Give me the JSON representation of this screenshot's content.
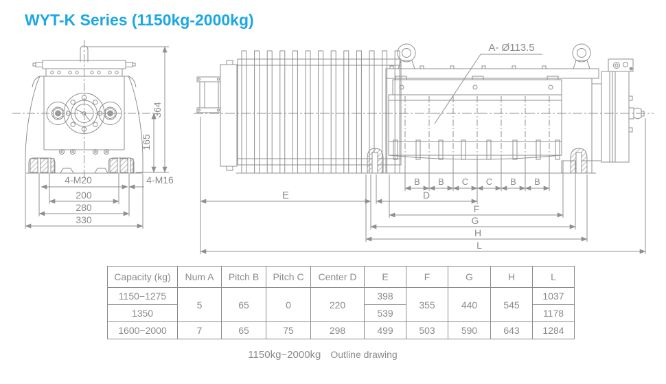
{
  "title": "WYT-K Series (1150kg-2000kg)",
  "colors": {
    "accent": "#1ca7e2",
    "drawing_line": "#8f8f8f",
    "text_gray": "#8a8a8a"
  },
  "front_view": {
    "dim_total_height": "364",
    "dim_center_height": "165",
    "bolt_label_left": "4-M20",
    "bolt_label_right": "4-M16",
    "dim_inner_width": "200",
    "dim_mid_width": "280",
    "dim_outer_width": "330"
  },
  "side_view": {
    "sheave_label": "A- Ø113.5",
    "pitch_labels": [
      "B",
      "B",
      "C",
      "C",
      "B",
      "B"
    ],
    "dim_d": "D",
    "dim_e": "E",
    "dim_f": "F",
    "dim_g": "G",
    "dim_h": "H",
    "dim_l": "L"
  },
  "table": {
    "headers": [
      "Capacity (kg)",
      "Num A",
      "Pitch B",
      "Pitch C",
      "Center D",
      "E",
      "F",
      "G",
      "H",
      "L"
    ],
    "rows": {
      "r1": {
        "capacity": "1150−1275",
        "e": "398",
        "l": "1037"
      },
      "r12_shared": {
        "num_a": "5",
        "pitch_b": "65",
        "pitch_c": "0",
        "center_d": "220",
        "f": "355",
        "g": "440",
        "h": "545"
      },
      "r2": {
        "capacity": "1350",
        "e": "539",
        "l": "1178"
      },
      "r3": {
        "capacity": "1600−2000",
        "num_a": "7",
        "pitch_b": "65",
        "pitch_c": "75",
        "center_d": "298",
        "e": "499",
        "f": "503",
        "g": "590",
        "h": "643",
        "l": "1284"
      }
    }
  },
  "caption": {
    "range": "1150kg~2000kg",
    "label": "Outline drawing"
  }
}
